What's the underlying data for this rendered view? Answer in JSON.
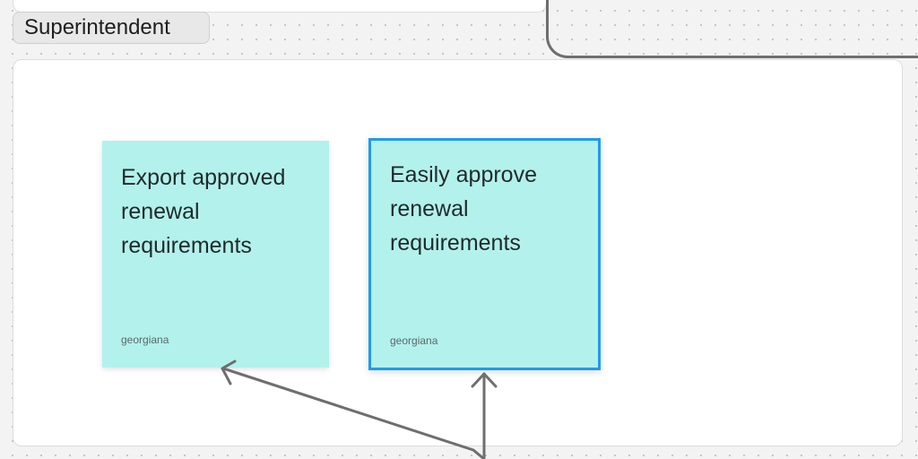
{
  "section": {
    "label": "Superintendent"
  },
  "stickies": [
    {
      "text": "Export approved renewal requirements",
      "author": "georgiana",
      "color": "#b3f1ec",
      "selected": false
    },
    {
      "text": "Easily approve renewal requirements",
      "author": "georgiana",
      "color": "#b3f1ec",
      "selected": true,
      "selection_color": "#1e9bf0"
    }
  ],
  "colors": {
    "canvas_bg": "#f3f3f3",
    "section_bg": "#ffffff",
    "connector": "#6e6e6e"
  }
}
